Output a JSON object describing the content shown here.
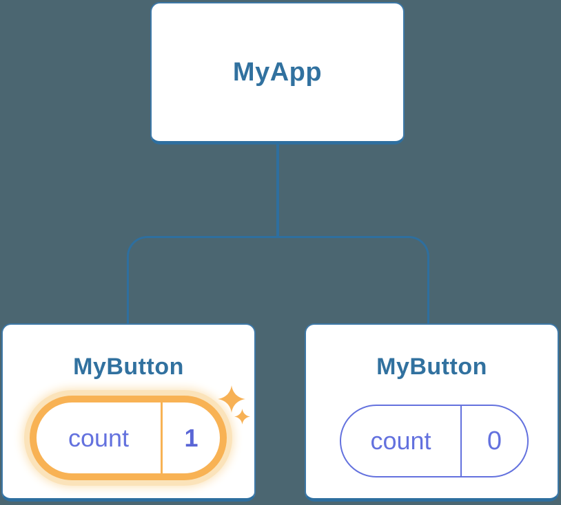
{
  "diagram": {
    "type": "react-component-tree",
    "root": {
      "label": "MyApp"
    },
    "children": [
      {
        "label": "MyButton",
        "state_key": "count",
        "state_value": "1",
        "highlighted": true
      },
      {
        "label": "MyButton",
        "state_key": "count",
        "state_value": "0",
        "highlighted": false
      }
    ]
  },
  "icons": {
    "sparkles_big": "sparkle-icon",
    "sparkles_small": "sparkle-icon"
  },
  "colors": {
    "background": "#4b6671",
    "card_bg": "#ffffff",
    "card_border": "#3d78a7",
    "card_bottom": "#2e6f9f",
    "connector": "#2e6f9f",
    "title_text": "#31719f",
    "state_purple": "#6371de",
    "value_bold_purple": "#5a66d6",
    "highlight_ring": "#f8b254",
    "highlight_glow": "#fbe3ba",
    "sparkle": "#f7b155"
  }
}
